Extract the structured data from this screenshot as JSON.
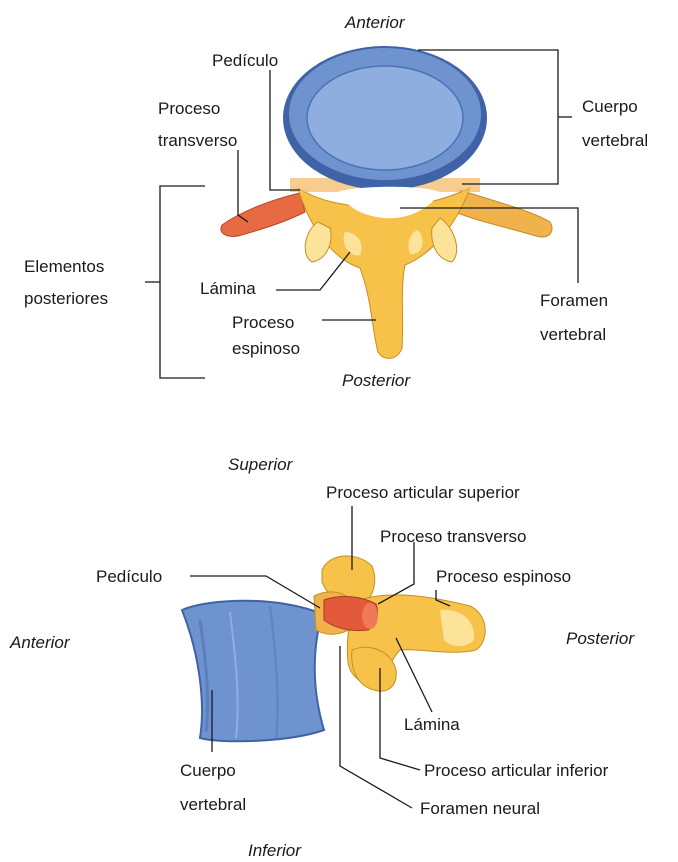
{
  "top_view": {
    "orientation": {
      "anterior": "Anterior",
      "posterior": "Posterior"
    },
    "labels": {
      "pedicle": "Pedículo",
      "transverse_line1": "Proceso",
      "transverse_line2": "transverso",
      "body_line1": "Cuerpo",
      "body_line2": "vertebral",
      "posterior_elements_line1": "Elementos",
      "posterior_elements_line2": "posteriores",
      "lamina": "Lámina",
      "spinous_line1": "Proceso",
      "spinous_line2": "espinoso",
      "foramen_line1": "Foramen",
      "foramen_line2": "vertebral"
    }
  },
  "side_view": {
    "orientation": {
      "superior": "Superior",
      "inferior": "Inferior",
      "anterior": "Anterior",
      "posterior": "Posterior"
    },
    "labels": {
      "superior_articular": "Proceso articular superior",
      "transverse": "Proceso transverso",
      "pedicle": "Pedículo",
      "spinous": "Proceso  espinoso",
      "lamina": "Lámina",
      "inferior_articular": "Proceso articular inferior",
      "neural_foramen": "Foramen neural",
      "body_line1": "Cuerpo",
      "body_line2": "vertebral"
    }
  },
  "colors": {
    "body_blue": "#6f93cf",
    "body_blue_dark": "#3f63a6",
    "bone_yellow": "#f6c24a",
    "bone_light": "#fbe39a",
    "pedicle_red": "#e35a3a"
  }
}
